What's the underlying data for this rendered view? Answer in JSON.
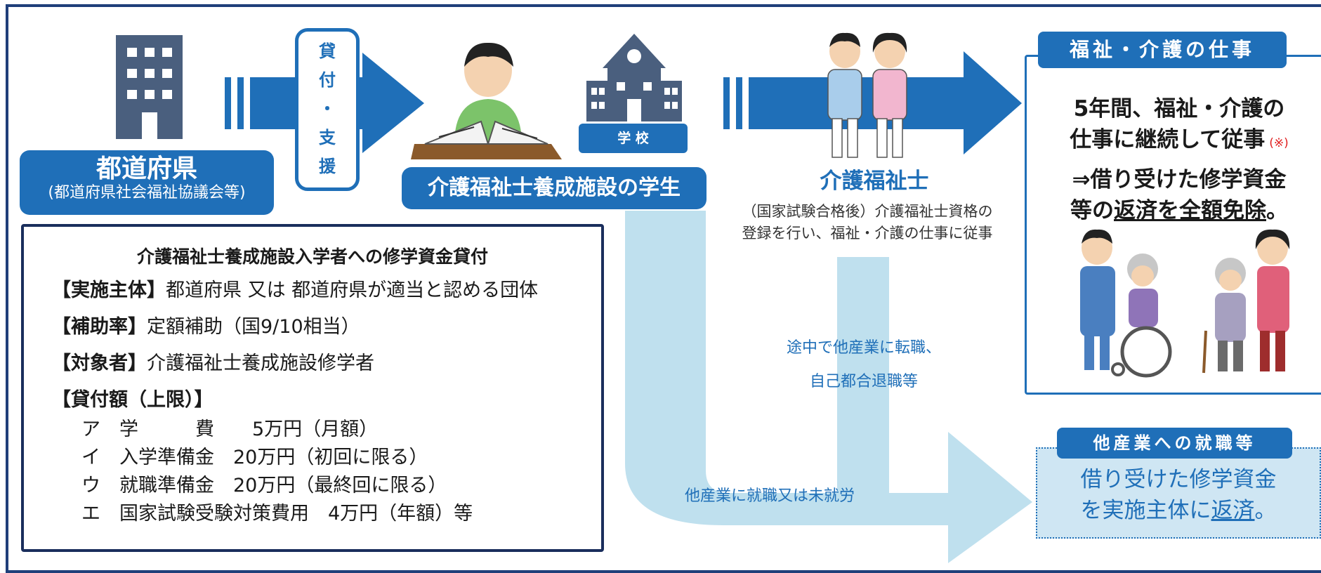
{
  "prefecture": {
    "title": "都道府県",
    "subtitle": "(都道府県社会福祉協議会等)"
  },
  "loan_support": {
    "chars": [
      "貸",
      "付",
      "・",
      "支",
      "援"
    ]
  },
  "student": {
    "label": "介護福祉士養成施設の学生",
    "school_badge": "学 校"
  },
  "care_worker": {
    "title": "介護福祉士",
    "desc_line1": "（国家試験合格後）介護福祉士資格の",
    "desc_line2": "登録を行い、福祉・介護の仕事に従事"
  },
  "welfare_job": {
    "tag": "福祉・介護の仕事",
    "line1": "5年間、福祉・介護の",
    "line2": "仕事に継続して従事",
    "note_mark": "(※)",
    "line3": "⇒借り受けた修学資金",
    "line4_prefix": "等の",
    "line4_underlined": "返済を全額免除",
    "line4_suffix": "。"
  },
  "flow_labels": {
    "quit_line1": "途中で他産業に転職、",
    "quit_line2": "自己都合退職等",
    "other": "他産業に就職又は未就労"
  },
  "other_industry": {
    "tag": "他産業への就職等",
    "line1": "借り受けた修学資金",
    "line2_prefix": "を実施主体に",
    "line2_underlined": "返済",
    "line2_suffix": "。"
  },
  "info": {
    "heading": "介護福祉士養成施設入学者への修学資金貸付",
    "r1_label": "【実施主体】",
    "r1_value": "都道府県 又は 都道府県が適当と認める団体",
    "r2_label": "【補助率】",
    "r2_value": "定額補助（国9/10相当）",
    "r3_label": "【対象者】",
    "r3_value": "介護福祉士養成施設修学者",
    "r4_label": "【貸付額（上限）】",
    "items": [
      "ア　学　　　費　　5万円（月額）",
      "イ　入学準備金　20万円（初回に限る）",
      "ウ　就職準備金　20万円（最終回に限る）",
      "エ　国家試験受験対策費用　4万円（年額）等"
    ]
  },
  "colors": {
    "primary": "#1f6fb8",
    "navy": "#1a2e5c",
    "light_flow": "#bfe0ee",
    "building": "#4a5f7e"
  }
}
